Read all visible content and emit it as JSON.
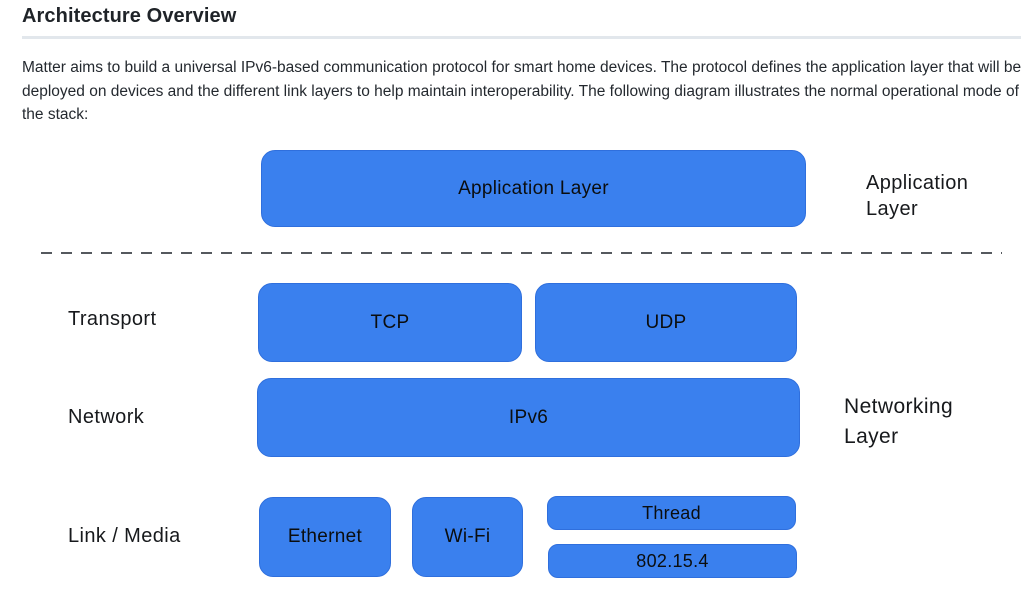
{
  "page": {
    "title": "Architecture Overview",
    "intro": "Matter aims to build a universal IPv6-based communication protocol for smart home devices. The protocol defines the application layer that will be deployed on devices and the different link layers to help maintain interoperability. The following diagram illustrates the normal operational mode of the stack:"
  },
  "diagram": {
    "row_labels": {
      "transport": "Transport",
      "network": "Network",
      "link_media": "Link / Media"
    },
    "right_labels": {
      "application": "Application Layer",
      "networking": "Networking Layer"
    },
    "boxes": {
      "application": "Application Layer",
      "tcp": "TCP",
      "udp": "UDP",
      "ipv6": "IPv6",
      "ethernet": "Ethernet",
      "wifi": "Wi-Fi",
      "thread": "Thread",
      "ieee": "802.15.4"
    },
    "colors": {
      "box_fill": "#3A80EE",
      "box_border": "#2F6FDD",
      "box_text": "#0B0D0E",
      "dashed_line": "#55595E",
      "divider": "#E2E7EC"
    }
  }
}
